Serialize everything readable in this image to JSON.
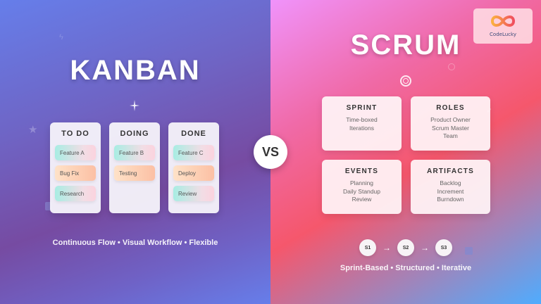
{
  "kanban": {
    "title": "KANBAN",
    "columns": [
      {
        "title": "TO DO",
        "tasks": [
          {
            "label": "Feature A",
            "style": "teal"
          },
          {
            "label": "Bug Fix",
            "style": "peach"
          },
          {
            "label": "Research",
            "style": "teal"
          }
        ]
      },
      {
        "title": "DOING",
        "tasks": [
          {
            "label": "Feature B",
            "style": "teal"
          },
          {
            "label": "Testing",
            "style": "peach"
          }
        ]
      },
      {
        "title": "DONE",
        "tasks": [
          {
            "label": "Feature C",
            "style": "teal"
          },
          {
            "label": "Deploy",
            "style": "peach"
          },
          {
            "label": "Review",
            "style": "teal"
          }
        ]
      }
    ],
    "tagline": "Continuous Flow • Visual Workflow • Flexible",
    "colors": {
      "gradient_start": "#667eea",
      "gradient_mid": "#764ba2"
    }
  },
  "vs_label": "VS",
  "scrum": {
    "title": "SCRUM",
    "cards": [
      {
        "title": "SPRINT",
        "lines": [
          "Time-boxed",
          "Iterations"
        ]
      },
      {
        "title": "ROLES",
        "lines": [
          "Product Owner",
          "Scrum Master",
          "Team"
        ]
      },
      {
        "title": "EVENTS",
        "lines": [
          "Planning",
          "Daily Standup",
          "Review"
        ]
      },
      {
        "title": "ARTIFACTS",
        "lines": [
          "Backlog",
          "Increment",
          "Burndown"
        ]
      }
    ],
    "sprints": [
      "S1",
      "S2",
      "S3"
    ],
    "arrow": "→",
    "tagline": "Sprint-Based • Structured • Iterative",
    "colors": {
      "gradient_start": "#f093fb",
      "gradient_mid": "#f5576c",
      "gradient_end": "#4facfe"
    }
  },
  "logo": {
    "text": "CodeLucky"
  },
  "decor": {
    "sparkle": "✦"
  }
}
